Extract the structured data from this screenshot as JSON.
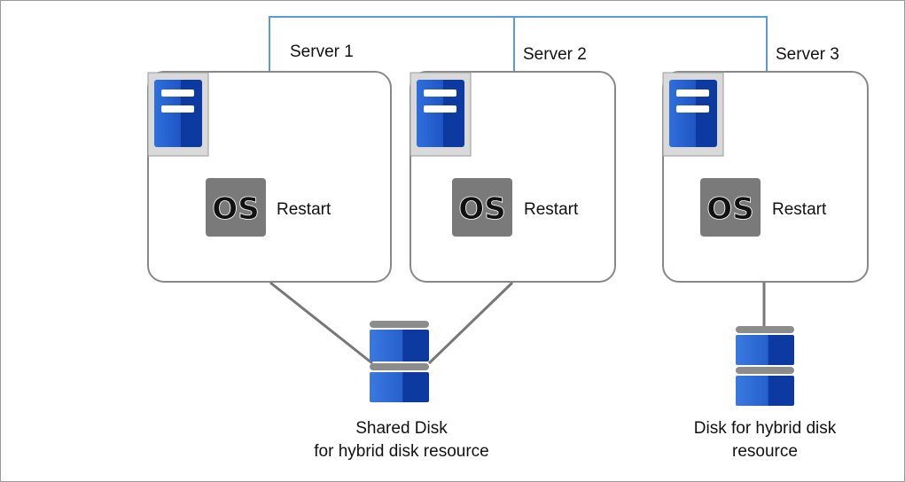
{
  "servers": [
    {
      "name": "Server 1",
      "os_badge": "OS",
      "status": "Restart"
    },
    {
      "name": "Server 2",
      "os_badge": "OS",
      "status": "Restart"
    },
    {
      "name": "Server 3",
      "os_badge": "OS",
      "status": "Restart"
    }
  ],
  "disks": {
    "shared": {
      "label_line1": "Shared Disk",
      "label_line2": "for hybrid disk resource"
    },
    "hybrid": {
      "label_line1": "Disk for hybrid disk",
      "label_line2": "resource"
    }
  },
  "colors": {
    "network_line": "#5b9bd5",
    "box_border": "#888888",
    "link_line": "#777777",
    "server_blue": "#1f56c4",
    "server_blue_dark": "#0d3aa0",
    "os_badge_bg": "#7a7a7a",
    "disk_cap": "#8c8c8c"
  }
}
